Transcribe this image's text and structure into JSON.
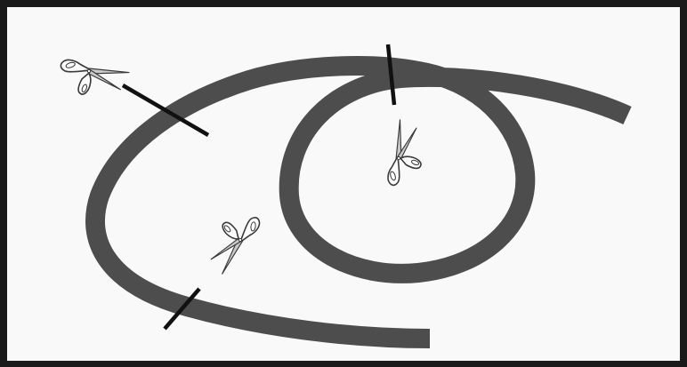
{
  "diagram": {
    "description_visible_text": "",
    "colors": {
      "frame": "#1a1a1a",
      "background": "#f9f9f9",
      "rope": "#4d4d4d",
      "cut_line": "#111111",
      "scissors_stroke": "#3a3a3a",
      "scissors_blade": "#c9c9c9",
      "scissors_handle": "#ffffff"
    },
    "elements": {
      "rope": {
        "icon": "rope-loop"
      },
      "cut_marks": [
        {
          "name": "cut-mark-left"
        },
        {
          "name": "cut-mark-top"
        },
        {
          "name": "cut-mark-bottom"
        }
      ],
      "scissors": [
        {
          "name": "scissors-icon-top-left",
          "icon": "scissors-icon"
        },
        {
          "name": "scissors-icon-inner-loop",
          "icon": "scissors-icon"
        },
        {
          "name": "scissors-icon-bottom",
          "icon": "scissors-icon"
        }
      ]
    }
  }
}
